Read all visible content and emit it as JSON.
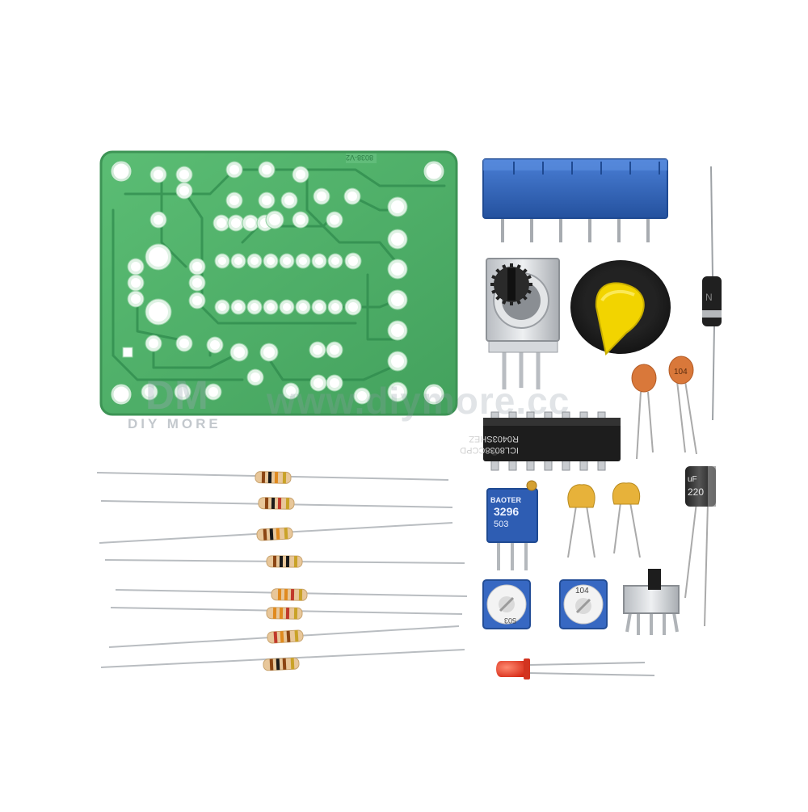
{
  "watermark": {
    "logo": "DM",
    "tagline": "DIY MORE",
    "site": "www.diymore.cc"
  },
  "markings": {
    "pcb_silk": "8038-V2",
    "cap_104": "104",
    "ic_line1": "ICL8038CCPD",
    "ic_line2": "R0403SHEZ",
    "trimmer_brand": "BAOTER",
    "trimmer_model": "3296",
    "trimmer_value": "503",
    "small_pot_a": "503",
    "small_pot_b": "104",
    "electrolytic": "220",
    "electrolytic_unit": "uF",
    "diode_mark": "N"
  },
  "colors": {
    "pcb": "#4fae67",
    "pcb_edge": "#3f9a57",
    "trace": "#2e8a4c",
    "header_blue": "#2f62b8",
    "knob_yellow": "#f2d400",
    "ic_black": "#1c1c1c",
    "cap_orange": "#d9783a",
    "cap_yellow": "#e7b23a",
    "led_red": "#e83a26"
  }
}
